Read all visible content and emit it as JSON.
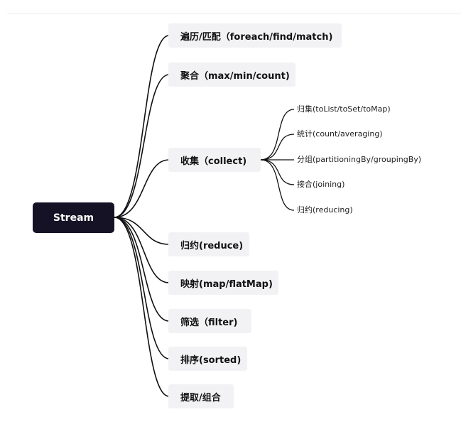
{
  "root": {
    "label": "Stream"
  },
  "branches": [
    {
      "label": "遍历/匹配（foreach/find/match)"
    },
    {
      "label": "聚合（max/min/count)"
    },
    {
      "label": "收集（collect)"
    },
    {
      "label": "归约(reduce)"
    },
    {
      "label": "映射(map/flatMap)"
    },
    {
      "label": "筛选（filter)"
    },
    {
      "label": "排序(sorted)"
    },
    {
      "label": "提取/组合"
    }
  ],
  "collect_children": [
    {
      "label": "归集(toList/toSet/toMap)"
    },
    {
      "label": "统计(count/averaging)"
    },
    {
      "label": "分组(partitioningBy/groupingBy)"
    },
    {
      "label": "接合(joining)"
    },
    {
      "label": "归约(reducing)"
    }
  ]
}
